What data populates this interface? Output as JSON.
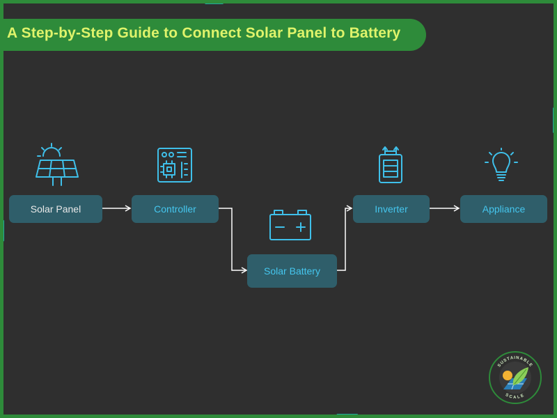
{
  "title": "A Step-by-Step Guide to Connect Solar Panel to Battery",
  "nodes": [
    {
      "label": "Solar Panel",
      "icon": "solar-panel-icon"
    },
    {
      "label": "Controller",
      "icon": "charge-controller-icon"
    },
    {
      "label": "Solar Battery",
      "icon": "battery-icon"
    },
    {
      "label": "Inverter",
      "icon": "inverter-icon"
    },
    {
      "label": "Appliance",
      "icon": "light-bulb-icon"
    }
  ],
  "logo": {
    "icon": "sustainable-scale-logo",
    "text_top": "SUSTAINABLE",
    "text_bottom": "SCALE"
  },
  "colors": {
    "background": "#2f2f2f",
    "frame": "#2e8b3a",
    "accent": "#1fa9a0",
    "title_text": "#dff36b",
    "node_fill": "#2f5e6a",
    "node_text": "#45c6ee",
    "icon_stroke": "#3fc0ea"
  }
}
